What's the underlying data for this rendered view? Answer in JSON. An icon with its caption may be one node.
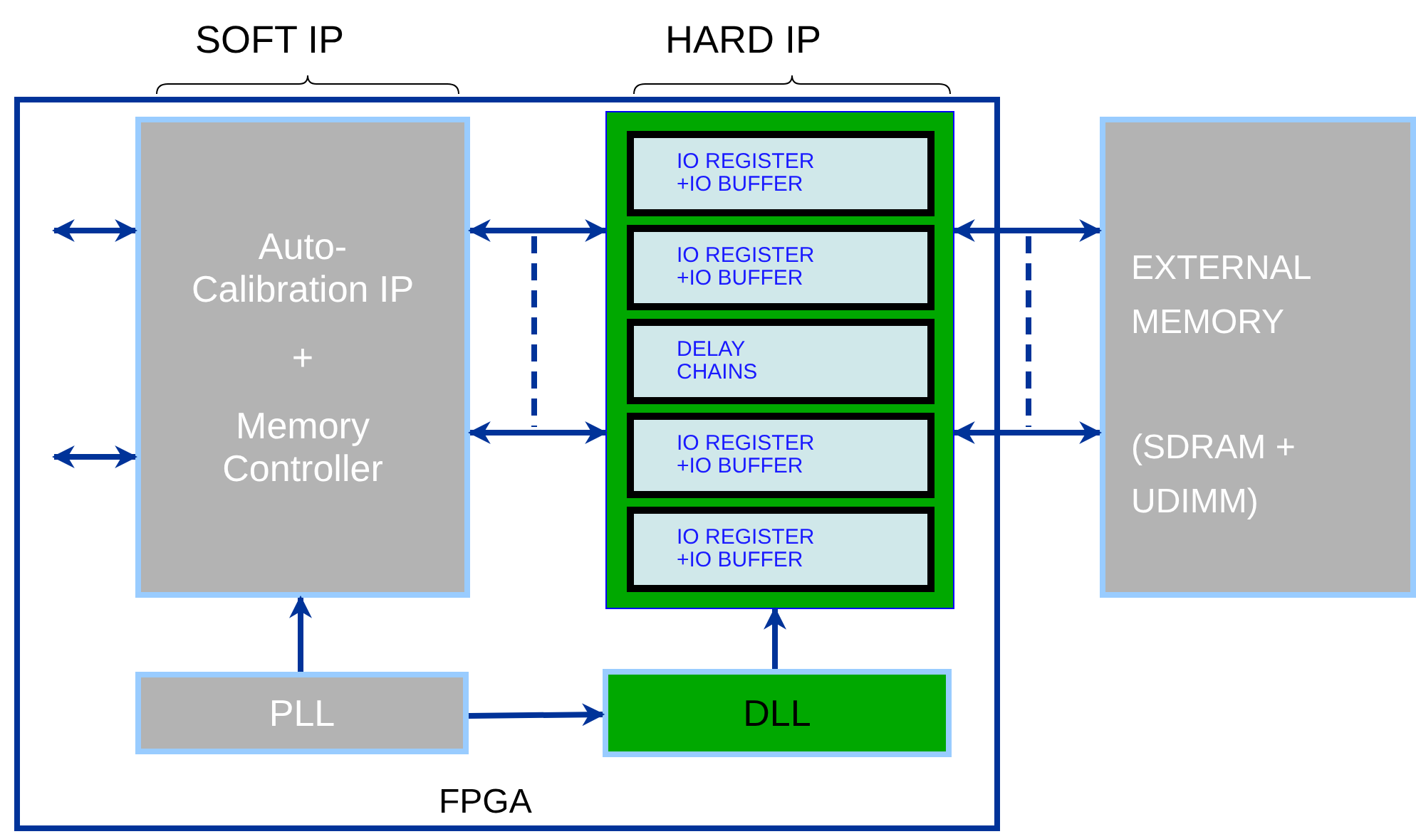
{
  "diagram": {
    "nodes": [
      {
        "text": [
          "FPGA"
        ]
      },
      {
        "text": [
          "Auto-Calibration IP",
          "+",
          "Memory Controller"
        ],
        "in": 0
      },
      {
        "text": [],
        "shape": "box",
        "in": 0
      },
      {
        "text": [
          "IO REGISTER +IO BUFFER"
        ],
        "in": 2
      },
      {
        "text": [
          "IO REGISTER +IO BUFFER"
        ],
        "in": 2
      },
      {
        "text": [
          "DELAY CHAINS"
        ],
        "in": 2
      },
      {
        "text": [
          "IO REGISTER +IO BUFFER"
        ],
        "in": 2
      },
      {
        "text": [
          "IO REGISTER +IO BUFFER"
        ],
        "in": 2
      },
      {
        "text": [
          "PLL"
        ],
        "in": 0
      },
      {
        "text": [
          "DLL"
        ],
        "in": 0
      },
      {
        "text": [
          "EXTERNAL MEMORY",
          "(SDRAM + UDIMM)"
        ]
      }
    ],
    "edges": [
      {
        "from": null,
        "to": 1,
        "arrow": "both"
      },
      {
        "from": null,
        "to": 1,
        "arrow": "both"
      },
      {
        "from": 1,
        "to": 2,
        "arrow": "both"
      },
      {
        "from": 1,
        "to": 2,
        "arrow": "both"
      },
      {
        "from": 2,
        "to": 10,
        "arrow": "both"
      },
      {
        "from": 2,
        "to": 10,
        "arrow": "both"
      },
      {
        "from": 8,
        "to": 1,
        "arrow": "to"
      },
      {
        "from": 8,
        "to": 9,
        "arrow": "to"
      },
      {
        "from": 9,
        "to": 2,
        "arrow": "to"
      }
    ],
    "labels": [
      "SOFT IP",
      "HARD IP"
    ]
  }
}
